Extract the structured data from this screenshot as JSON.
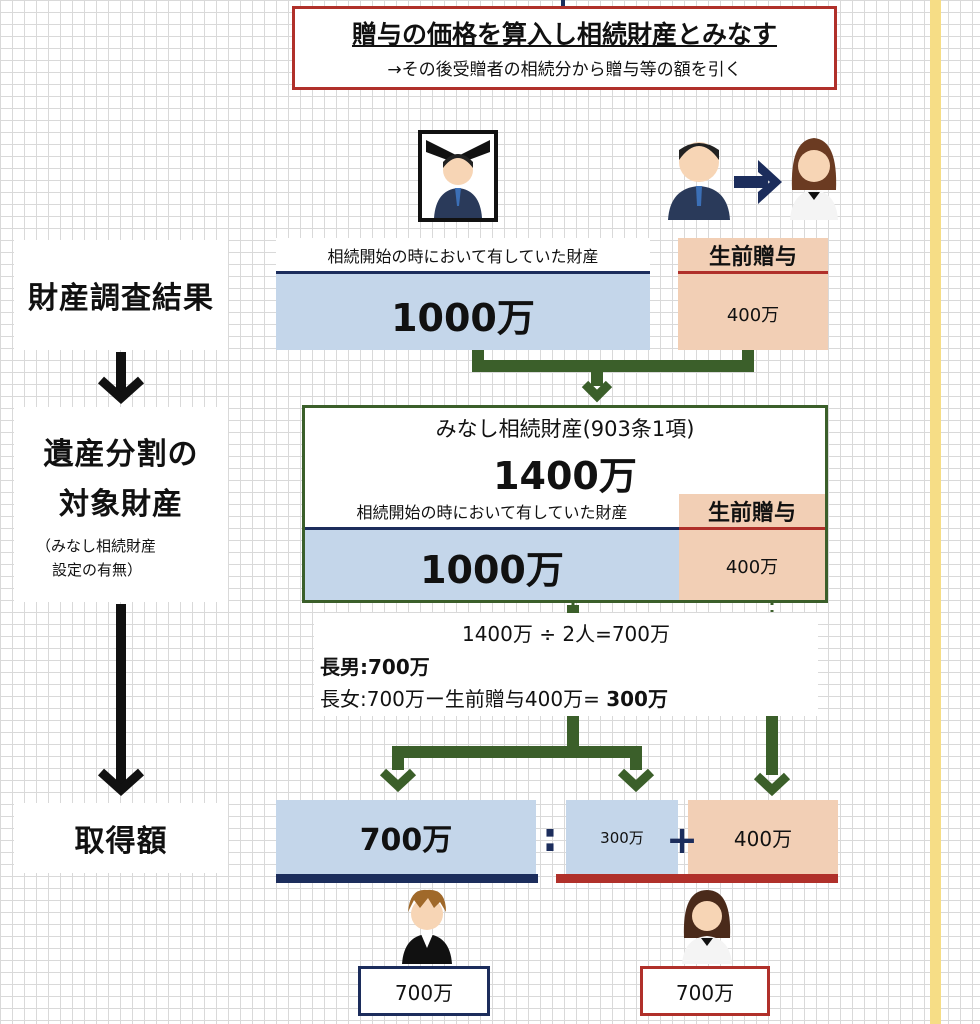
{
  "header": {
    "title": "贈与の価格を算入し相続財産とみなす",
    "subtitle": "→その後受贈者の相続分から贈与等の額を引く"
  },
  "labels": {
    "survey": "財産調査結果",
    "target_line1": "遺産分割の",
    "target_line2": "対象財産",
    "target_note1": "（みなし相続財産",
    "target_note2": "設定の有無）",
    "acquired": "取得額"
  },
  "survey": {
    "estate_label": "相続開始の時において有していた財産",
    "estate_value": "1000万",
    "gift_label": "生前贈与",
    "gift_value": "400万"
  },
  "deemed": {
    "title": "みなし相続財産(903条1項)",
    "total": "1400万",
    "estate_label": "相続開始の時において有していた財産",
    "estate_value": "1000万",
    "gift_label": "生前贈与",
    "gift_value": "400万"
  },
  "calc": {
    "line1": "1400万 ÷ 2人=700万",
    "eldest_son_label": "長男:",
    "eldest_son_value": "700万",
    "eldest_daughter_label": "長女:700万ー生前贈与400万= ",
    "eldest_daughter_value": "300万"
  },
  "acquired": {
    "son_value": "700万",
    "daughter_inherit": "300万",
    "daughter_gift": "400万",
    "colon": ":",
    "plus": "+",
    "son_total": "700万",
    "daughter_total": "700万"
  },
  "colors": {
    "blue": "#c4d6ea",
    "peach": "#f2cfb5",
    "green": "#3b5f2a",
    "red": "#b0302a",
    "navy": "#1c2d5c",
    "yellow": "#f6dd86"
  }
}
